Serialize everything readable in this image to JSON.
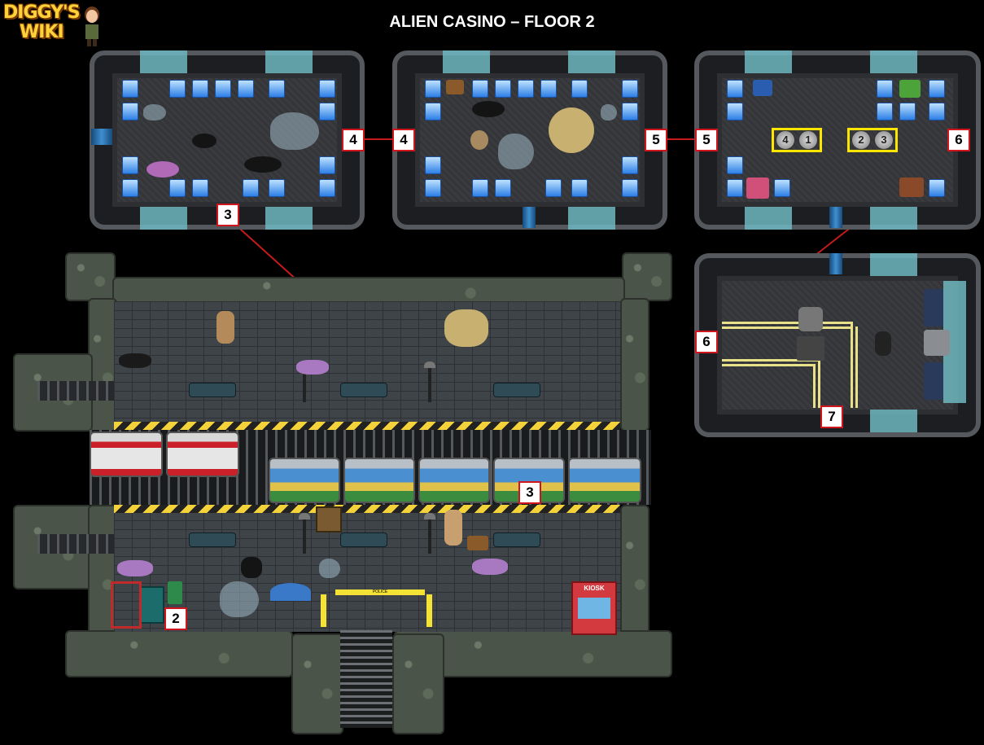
{
  "header": {
    "logo_line1": "DIGGY'S",
    "logo_line2": "WIKI",
    "title": "ALIEN CASINO – FLOOR 2"
  },
  "markers": {
    "m2": "2",
    "m3a": "3",
    "m3b": "3",
    "m4a": "4",
    "m4b": "4",
    "m5a": "5",
    "m5b": "5",
    "m6a": "6",
    "m6b": "6",
    "m7": "7"
  },
  "puzzle": {
    "left_coins": [
      "4",
      "1"
    ],
    "right_coins": [
      "2",
      "3"
    ]
  },
  "station": {
    "kiosk_label": "KIOSK",
    "tape_label": "POLICE"
  },
  "colors": {
    "marker_border": "#d0151c",
    "connector_line": "#c51a1a",
    "puzzle_frame": "#ffe600",
    "background": "#000000"
  }
}
